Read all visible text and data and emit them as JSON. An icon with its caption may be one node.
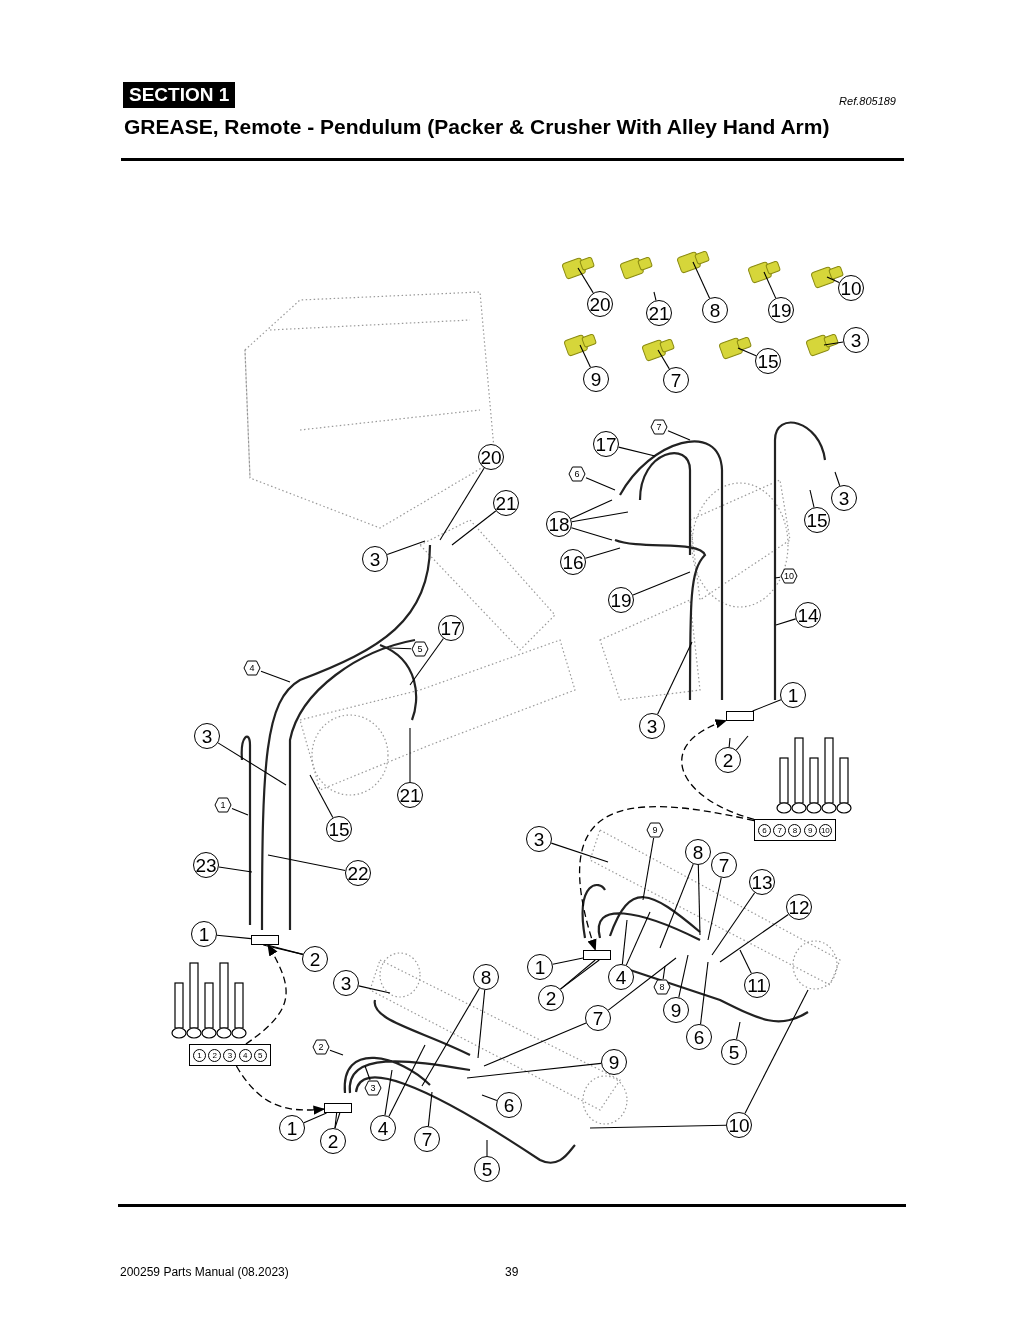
{
  "diagram": {
    "title": "GREASE, Remote - Pendulum (Packer & Crusher With Alley Hand Arm)",
    "nodes": [
      {
        "text": [
          "20"
        ]
      },
      {
        "text": [
          "21"
        ]
      },
      {
        "text": [
          "8"
        ]
      },
      {
        "text": [
          "19"
        ]
      },
      {
        "text": [
          "10"
        ]
      },
      {
        "text": [
          "9"
        ]
      },
      {
        "text": [
          "7"
        ]
      },
      {
        "text": [
          "15"
        ]
      },
      {
        "text": [
          "3"
        ]
      },
      {
        "text": [
          "7"
        ]
      },
      {
        "text": [
          "17"
        ]
      },
      {
        "text": [
          "6"
        ]
      },
      {
        "text": [
          "20"
        ]
      },
      {
        "text": [
          "3"
        ]
      },
      {
        "text": [
          "21"
        ]
      },
      {
        "text": [
          "15"
        ]
      },
      {
        "text": [
          "18"
        ]
      },
      {
        "text": [
          "3"
        ]
      },
      {
        "text": [
          "16"
        ]
      },
      {
        "text": [
          "10"
        ]
      },
      {
        "text": [
          "19"
        ]
      },
      {
        "text": [
          "14"
        ]
      },
      {
        "text": [
          "17"
        ]
      },
      {
        "text": [
          "5"
        ]
      },
      {
        "text": [
          "4"
        ]
      },
      {
        "text": [
          "1"
        ]
      },
      {
        "text": [],
        "shape": "box"
      },
      {
        "text": [
          "3"
        ]
      },
      {
        "text": [
          "3"
        ]
      },
      {
        "text": [
          "2"
        ]
      },
      {
        "text": [
          "21"
        ]
      },
      {
        "text": [
          "1"
        ]
      },
      {
        "text": [
          "15"
        ]
      },
      {
        "text": [
          "6",
          "7",
          "8",
          "9",
          "10"
        ]
      },
      {
        "text": [
          "9"
        ]
      },
      {
        "text": [
          "3"
        ]
      },
      {
        "text": [
          "8"
        ]
      },
      {
        "text": [
          "23"
        ]
      },
      {
        "text": [
          "7"
        ]
      },
      {
        "text": [
          "22"
        ]
      },
      {
        "text": [
          "13"
        ]
      },
      {
        "text": [
          "12"
        ]
      },
      {
        "text": [
          "1"
        ]
      },
      {
        "text": [],
        "shape": "box"
      },
      {
        "text": [],
        "shape": "box"
      },
      {
        "text": [
          "2"
        ]
      },
      {
        "text": [
          "1"
        ]
      },
      {
        "text": [
          "4"
        ]
      },
      {
        "text": [
          "3"
        ]
      },
      {
        "text": [
          "8"
        ]
      },
      {
        "text": [
          "11"
        ]
      },
      {
        "text": [
          "8"
        ]
      },
      {
        "text": [
          "2"
        ]
      },
      {
        "text": [
          "9"
        ]
      },
      {
        "text": [
          "7"
        ]
      },
      {
        "text": [
          "6"
        ]
      },
      {
        "text": [
          "2"
        ]
      },
      {
        "text": [
          "1",
          "2",
          "3",
          "4",
          "5"
        ]
      },
      {
        "text": [
          "5"
        ]
      },
      {
        "text": [
          "9"
        ]
      },
      {
        "text": [
          "3"
        ]
      },
      {
        "text": [
          "6"
        ]
      },
      {
        "text": [],
        "shape": "box"
      },
      {
        "text": [
          "10"
        ]
      },
      {
        "text": [
          "1"
        ]
      },
      {
        "text": [
          "4"
        ]
      },
      {
        "text": [
          "2"
        ]
      },
      {
        "text": [
          "7"
        ]
      },
      {
        "text": [
          "5"
        ]
      }
    ],
    "edges": [
      {
        "from": 0,
        "to": null,
        "arrow": "none"
      },
      {
        "from": 1,
        "to": null,
        "arrow": "none"
      },
      {
        "from": 2,
        "to": null,
        "arrow": "none"
      },
      {
        "from": 3,
        "to": null,
        "arrow": "none"
      },
      {
        "from": 4,
        "to": null,
        "arrow": "none"
      },
      {
        "from": 5,
        "to": null,
        "arrow": "none"
      },
      {
        "from": 6,
        "to": null,
        "arrow": "none"
      },
      {
        "from": 7,
        "to": null,
        "arrow": "none"
      },
      {
        "from": 8,
        "to": null,
        "arrow": "none"
      },
      {
        "from": 9,
        "to": null,
        "arrow": "none"
      },
      {
        "from": 10,
        "to": null,
        "arrow": "none"
      },
      {
        "from": 11,
        "to": null,
        "arrow": "none"
      },
      {
        "from": 12,
        "to": null,
        "arrow": "none"
      },
      {
        "from": 13,
        "to": null,
        "arrow": "none"
      },
      {
        "from": 14,
        "to": null,
        "arrow": "none"
      },
      {
        "from": 15,
        "to": null,
        "arrow": "none"
      },
      {
        "from": 16,
        "to": null,
        "arrow": "none"
      },
      {
        "from": 16,
        "to": null,
        "arrow": "none"
      },
      {
        "from": 16,
        "to": null,
        "arrow": "none"
      },
      {
        "from": 17,
        "to": null,
        "arrow": "none"
      },
      {
        "from": 18,
        "to": null,
        "arrow": "none"
      },
      {
        "from": 19,
        "to": null,
        "arrow": "none"
      },
      {
        "from": 20,
        "to": null,
        "arrow": "none"
      },
      {
        "from": 21,
        "to": null,
        "arrow": "none"
      },
      {
        "from": 22,
        "to": null,
        "arrow": "none"
      },
      {
        "from": 23,
        "to": null,
        "arrow": "none"
      },
      {
        "from": 24,
        "to": null,
        "arrow": "none"
      },
      {
        "from": 25,
        "to": 26,
        "arrow": "none"
      },
      {
        "from": 27,
        "to": null,
        "arrow": "none"
      },
      {
        "from": 28,
        "to": null,
        "arrow": "none"
      },
      {
        "from": 29,
        "to": null,
        "arrow": "none"
      },
      {
        "from": 29,
        "to": null,
        "arrow": "none"
      },
      {
        "from": 30,
        "to": null,
        "arrow": "none"
      },
      {
        "from": 31,
        "to": null,
        "arrow": "none"
      },
      {
        "from": 32,
        "to": null,
        "arrow": "none"
      },
      {
        "from": 33,
        "to": 26,
        "arrow": "to",
        "style": "dashed"
      },
      {
        "from": 33,
        "to": 44,
        "arrow": "to",
        "style": "dashed"
      },
      {
        "from": 34,
        "to": null,
        "arrow": "none"
      },
      {
        "from": 35,
        "to": null,
        "arrow": "none"
      },
      {
        "from": 36,
        "to": null,
        "arrow": "none"
      },
      {
        "from": 36,
        "to": null,
        "arrow": "none"
      },
      {
        "from": 37,
        "to": null,
        "arrow": "none"
      },
      {
        "from": 38,
        "to": null,
        "arrow": "none"
      },
      {
        "from": 39,
        "to": null,
        "arrow": "none"
      },
      {
        "from": 40,
        "to": null,
        "arrow": "none"
      },
      {
        "from": 41,
        "to": null,
        "arrow": "none"
      },
      {
        "from": 42,
        "to": 43,
        "arrow": "none"
      },
      {
        "from": 45,
        "to": 43,
        "arrow": "none"
      },
      {
        "from": 45,
        "to": 43,
        "arrow": "none"
      },
      {
        "from": 46,
        "to": 44,
        "arrow": "none"
      },
      {
        "from": 47,
        "to": null,
        "arrow": "none"
      },
      {
        "from": 47,
        "to": null,
        "arrow": "none"
      },
      {
        "from": 48,
        "to": null,
        "arrow": "none"
      },
      {
        "from": 49,
        "to": null,
        "arrow": "none"
      },
      {
        "from": 49,
        "to": null,
        "arrow": "none"
      },
      {
        "from": 50,
        "to": null,
        "arrow": "none"
      },
      {
        "from": 51,
        "to": null,
        "arrow": "none"
      },
      {
        "from": 52,
        "to": 44,
        "arrow": "none"
      },
      {
        "from": 52,
        "to": 44,
        "arrow": "none"
      },
      {
        "from": 53,
        "to": null,
        "arrow": "none"
      },
      {
        "from": 54,
        "to": null,
        "arrow": "none"
      },
      {
        "from": 54,
        "to": null,
        "arrow": "none"
      },
      {
        "from": 55,
        "to": null,
        "arrow": "none"
      },
      {
        "from": 56,
        "to": null,
        "arrow": "none"
      },
      {
        "from": 57,
        "to": 43,
        "arrow": "to",
        "style": "dashed"
      },
      {
        "from": 57,
        "to": 62,
        "arrow": "to",
        "style": "dashed"
      },
      {
        "from": 58,
        "to": null,
        "arrow": "none"
      },
      {
        "from": 59,
        "to": null,
        "arrow": "none"
      },
      {
        "from": 60,
        "to": null,
        "arrow": "none"
      },
      {
        "from": 61,
        "to": null,
        "arrow": "none"
      },
      {
        "from": 63,
        "to": null,
        "arrow": "none"
      },
      {
        "from": 63,
        "to": null,
        "arrow": "none"
      },
      {
        "from": 64,
        "to": 62,
        "arrow": "none"
      },
      {
        "from": 65,
        "to": null,
        "arrow": "none"
      },
      {
        "from": 65,
        "to": null,
        "arrow": "none"
      },
      {
        "from": 66,
        "to": 62,
        "arrow": "none"
      },
      {
        "from": 66,
        "to": 62,
        "arrow": "none"
      },
      {
        "from": 67,
        "to": null,
        "arrow": "none"
      },
      {
        "from": 68,
        "to": null,
        "arrow": "none"
      }
    ],
    "labels": [
      "SECTION 1",
      "Ref.805189",
      "200259 Parts Manual (08.2023)",
      "39"
    ]
  }
}
